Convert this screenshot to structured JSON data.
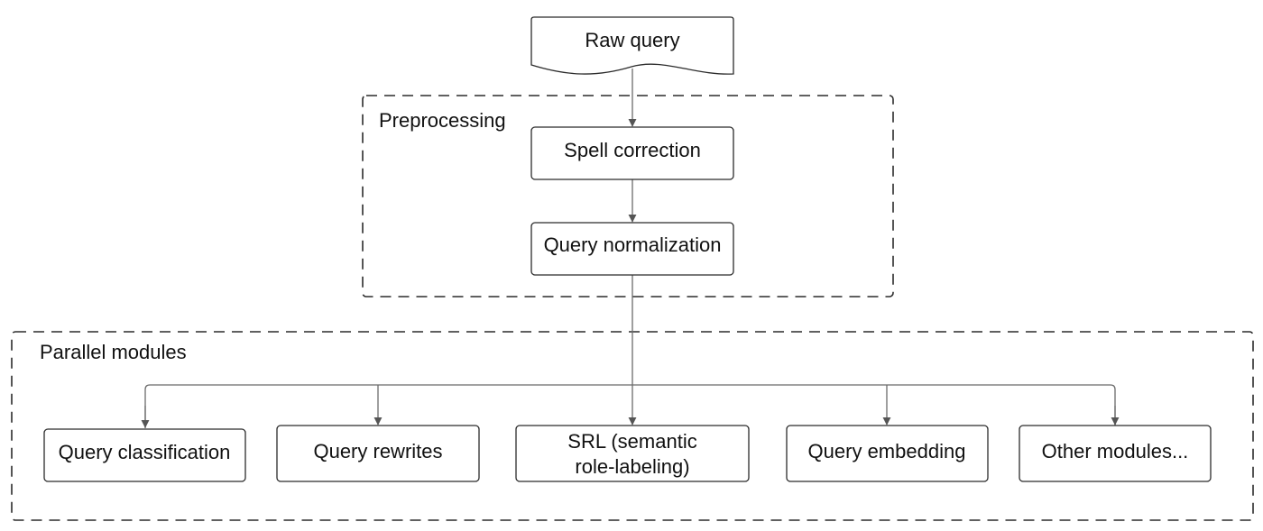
{
  "groups": {
    "preprocessing": {
      "label": "Preprocessing"
    },
    "parallel": {
      "label": "Parallel modules"
    }
  },
  "nodes": {
    "raw_query": {
      "label": "Raw query"
    },
    "spell_correction": {
      "label": "Spell correction"
    },
    "query_normalization": {
      "label": "Query normalization"
    },
    "query_classification": {
      "label": "Query classification"
    },
    "query_rewrites": {
      "label": "Query rewrites"
    },
    "srl": {
      "line1": "SRL (semantic",
      "line2": "role-labeling)"
    },
    "query_embedding": {
      "label": "Query embedding"
    },
    "other_modules": {
      "label": "Other modules..."
    }
  },
  "colors": {
    "stroke": "#2b2b2b",
    "edge": "#6b6b6b",
    "text": "#111111",
    "background": "#ffffff"
  }
}
